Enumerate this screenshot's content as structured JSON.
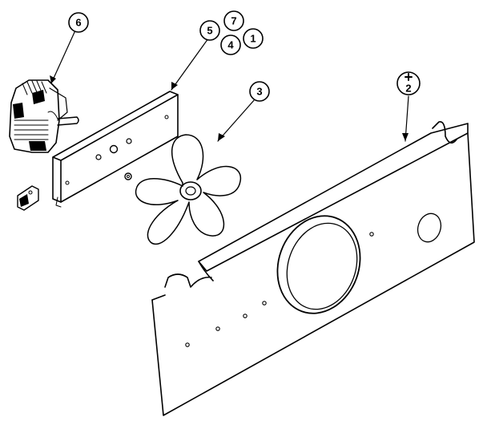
{
  "callouts": {
    "c6": "6",
    "c5": "5",
    "c7": "7",
    "c4": "4",
    "c1": "1",
    "c3": "3",
    "c2": "2"
  },
  "colors": {
    "ink": "#000000",
    "paper": "#ffffff"
  },
  "icons": {
    "part2_marker": "plus-marker-icon"
  }
}
